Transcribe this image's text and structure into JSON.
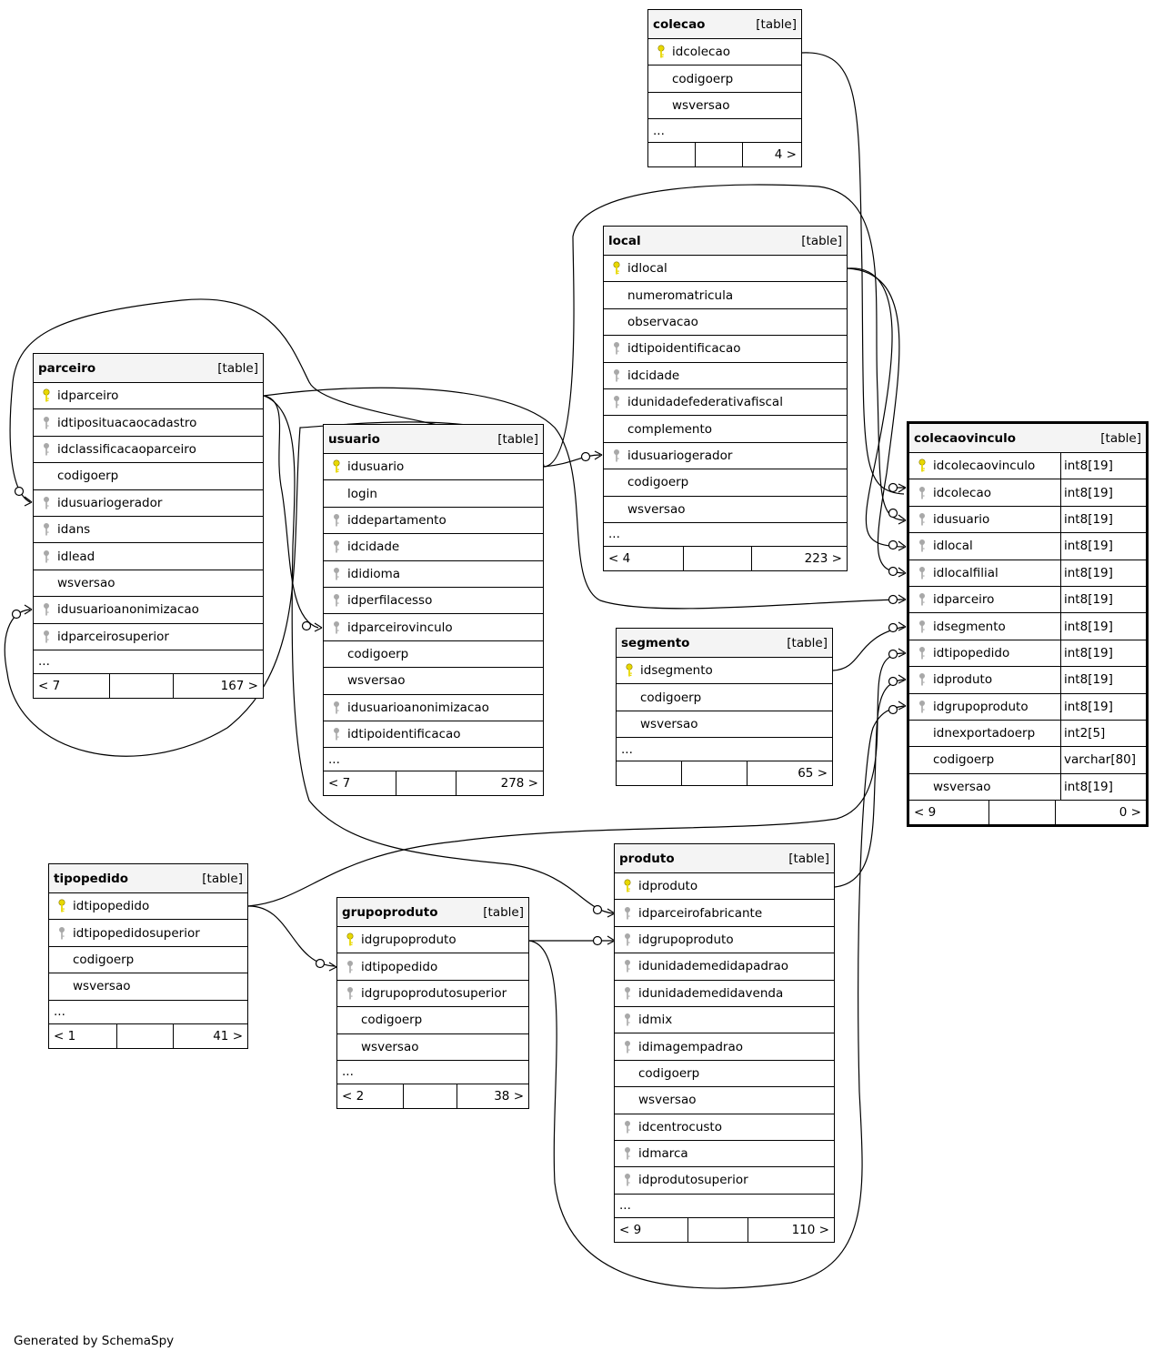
{
  "diagram": {
    "tables": {
      "colecao": {
        "name": "colecao",
        "kind": "[table]",
        "columns": [
          {
            "name": "idcolecao",
            "key": "pk"
          },
          {
            "name": "codigoerp",
            "key": ""
          },
          {
            "name": "wsversao",
            "key": ""
          }
        ],
        "more": "...",
        "parents": "",
        "children": "4 >"
      },
      "local": {
        "name": "local",
        "kind": "[table]",
        "columns": [
          {
            "name": "idlocal",
            "key": "pk"
          },
          {
            "name": "numeromatricula",
            "key": ""
          },
          {
            "name": "observacao",
            "key": ""
          },
          {
            "name": "idtipoidentificacao",
            "key": "fk"
          },
          {
            "name": "idcidade",
            "key": "fk"
          },
          {
            "name": "idunidadefederativafiscal",
            "key": "fk"
          },
          {
            "name": "complemento",
            "key": ""
          },
          {
            "name": "idusuariogerador",
            "key": "fk"
          },
          {
            "name": "codigoerp",
            "key": ""
          },
          {
            "name": "wsversao",
            "key": ""
          }
        ],
        "more": "...",
        "parents": "< 4",
        "children": "223 >"
      },
      "parceiro": {
        "name": "parceiro",
        "kind": "[table]",
        "columns": [
          {
            "name": "idparceiro",
            "key": "pk"
          },
          {
            "name": "idtiposituacaocadastro",
            "key": "fk"
          },
          {
            "name": "idclassificacaoparceiro",
            "key": "fk"
          },
          {
            "name": "codigoerp",
            "key": ""
          },
          {
            "name": "idusuariogerador",
            "key": "fk"
          },
          {
            "name": "idans",
            "key": "fk"
          },
          {
            "name": "idlead",
            "key": "fk"
          },
          {
            "name": "wsversao",
            "key": ""
          },
          {
            "name": "idusuarioanonimizacao",
            "key": "fk"
          },
          {
            "name": "idparceirosuperior",
            "key": "fk"
          }
        ],
        "more": "...",
        "parents": "< 7",
        "children": "167 >"
      },
      "usuario": {
        "name": "usuario",
        "kind": "[table]",
        "columns": [
          {
            "name": "idusuario",
            "key": "pk"
          },
          {
            "name": "login",
            "key": ""
          },
          {
            "name": "iddepartamento",
            "key": "fk"
          },
          {
            "name": "idcidade",
            "key": "fk"
          },
          {
            "name": "ididioma",
            "key": "fk"
          },
          {
            "name": "idperfilacesso",
            "key": "fk"
          },
          {
            "name": "idparceirovinculo",
            "key": "fk"
          },
          {
            "name": "codigoerp",
            "key": ""
          },
          {
            "name": "wsversao",
            "key": ""
          },
          {
            "name": "idusuarioanonimizacao",
            "key": "fk"
          },
          {
            "name": "idtipoidentificacao",
            "key": "fk"
          }
        ],
        "more": "...",
        "parents": "< 7",
        "children": "278 >"
      },
      "colecaovinculo": {
        "name": "colecaovinculo",
        "kind": "[table]",
        "columns": [
          {
            "name": "idcolecaovinculo",
            "key": "pk",
            "type": "int8[19]"
          },
          {
            "name": "idcolecao",
            "key": "fk",
            "type": "int8[19]"
          },
          {
            "name": "idusuario",
            "key": "fk",
            "type": "int8[19]"
          },
          {
            "name": "idlocal",
            "key": "fk",
            "type": "int8[19]"
          },
          {
            "name": "idlocalfilial",
            "key": "fk",
            "type": "int8[19]"
          },
          {
            "name": "idparceiro",
            "key": "fk",
            "type": "int8[19]"
          },
          {
            "name": "idsegmento",
            "key": "fk",
            "type": "int8[19]"
          },
          {
            "name": "idtipopedido",
            "key": "fk",
            "type": "int8[19]"
          },
          {
            "name": "idproduto",
            "key": "fk",
            "type": "int8[19]"
          },
          {
            "name": "idgrupoproduto",
            "key": "fk",
            "type": "int8[19]"
          },
          {
            "name": "idnexportadoerp",
            "key": "",
            "type": "int2[5]"
          },
          {
            "name": "codigoerp",
            "key": "",
            "type": "varchar[80]"
          },
          {
            "name": "wsversao",
            "key": "",
            "type": "int8[19]"
          }
        ],
        "more": "",
        "parents": "< 9",
        "children": "0 >"
      },
      "segmento": {
        "name": "segmento",
        "kind": "[table]",
        "columns": [
          {
            "name": "idsegmento",
            "key": "pk"
          },
          {
            "name": "codigoerp",
            "key": ""
          },
          {
            "name": "wsversao",
            "key": ""
          }
        ],
        "more": "...",
        "parents": "",
        "children": "65 >"
      },
      "tipopedido": {
        "name": "tipopedido",
        "kind": "[table]",
        "columns": [
          {
            "name": "idtipopedido",
            "key": "pk"
          },
          {
            "name": "idtipopedidosuperior",
            "key": "fk"
          },
          {
            "name": "codigoerp",
            "key": ""
          },
          {
            "name": "wsversao",
            "key": ""
          }
        ],
        "more": "...",
        "parents": "< 1",
        "children": "41 >"
      },
      "grupoproduto": {
        "name": "grupoproduto",
        "kind": "[table]",
        "columns": [
          {
            "name": "idgrupoproduto",
            "key": "pk"
          },
          {
            "name": "idtipopedido",
            "key": "fk"
          },
          {
            "name": "idgrupoprodutosuperior",
            "key": "fk"
          },
          {
            "name": "codigoerp",
            "key": ""
          },
          {
            "name": "wsversao",
            "key": ""
          }
        ],
        "more": "...",
        "parents": "< 2",
        "children": "38 >"
      },
      "produto": {
        "name": "produto",
        "kind": "[table]",
        "columns": [
          {
            "name": "idproduto",
            "key": "pk"
          },
          {
            "name": "idparceirofabricante",
            "key": "fk"
          },
          {
            "name": "idgrupoproduto",
            "key": "fk"
          },
          {
            "name": "idunidademedidapadrao",
            "key": "fk"
          },
          {
            "name": "idunidademedidavenda",
            "key": "fk"
          },
          {
            "name": "idmix",
            "key": "fk"
          },
          {
            "name": "idimagempadrao",
            "key": "fk"
          },
          {
            "name": "codigoerp",
            "key": ""
          },
          {
            "name": "wsversao",
            "key": ""
          },
          {
            "name": "idcentrocusto",
            "key": "fk"
          },
          {
            "name": "idmarca",
            "key": "fk"
          },
          {
            "name": "idprodutosuperior",
            "key": "fk"
          }
        ],
        "more": "...",
        "parents": "< 9",
        "children": "110 >"
      }
    },
    "colors": {
      "pk_key": "#e8d800",
      "fk_key": "#a8a8a8",
      "header_bg": "#f4f4f4",
      "line": "#000000"
    },
    "footer": "Generated by SchemaSpy"
  }
}
